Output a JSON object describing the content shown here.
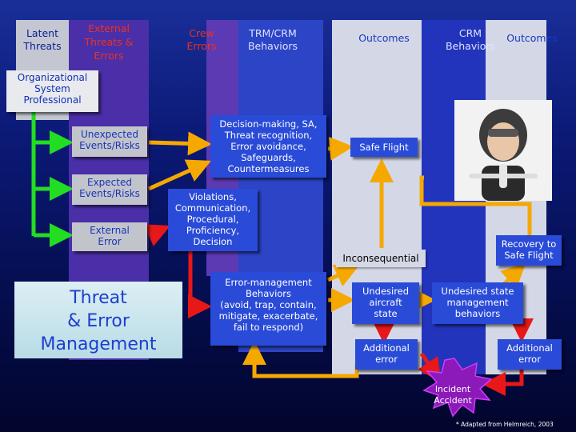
{
  "headers": {
    "latent_threats": [
      "Latent",
      "Threats"
    ],
    "external_threats_errors": [
      "External",
      "Threats &",
      "Errors"
    ],
    "crew_errors": [
      "Crew",
      "Errors"
    ],
    "trm_crm_behaviors": [
      "TRM/CRM",
      "Behaviors"
    ],
    "outcomes_1": "Outcomes",
    "crm_behaviors": [
      "CRM",
      "Behaviors"
    ],
    "outcomes_2": "Outcomes"
  },
  "boxes": {
    "organizational": [
      "Organizational",
      "System",
      "Professional"
    ],
    "unexpected_events": [
      "Unexpected",
      "Events/Risks"
    ],
    "expected_events": [
      "Expected",
      "Events/Risks"
    ],
    "external_error": [
      "External",
      "Error"
    ],
    "decision_making": [
      "Decision-making, SA,",
      "Threat recognition,",
      "Error avoidance,",
      "Safeguards,",
      "Countermeasures"
    ],
    "violations": [
      "Violations,",
      "Communication,",
      "Procedural,",
      "Proficiency,",
      "Decision"
    ],
    "error_management": [
      "Error-management",
      "Behaviors",
      "(avoid, trap, contain,",
      "mitigate, exacerbate,",
      "fail to respond)"
    ],
    "safe_flight": "Safe Flight",
    "inconsequential": "Inconsequential",
    "recovery": [
      "Recovery to",
      "Safe Flight"
    ],
    "undesired_aircraft_state": [
      "Undesired",
      "aircraft",
      "state"
    ],
    "undesired_state_management": [
      "Undesired state",
      "management",
      "behaviors"
    ],
    "additional_error_1": [
      "Additional",
      "error"
    ],
    "additional_error_2": [
      "Additional",
      "error"
    ],
    "incident_accident": [
      "Incident",
      "Accident"
    ],
    "threat_error_management": [
      "Threat",
      "& Error",
      "Management"
    ]
  },
  "footnote": "* Adapted from Helmreich, 2003",
  "colors": {
    "background_top": "#1a2f9a",
    "background_bottom": "#02052c",
    "green_arrow": "#22dd22",
    "orange_arrow": "#f5a800",
    "red_arrow": "#e81818",
    "box_blue": "#2a4bd8",
    "box_grey": "#b8bcc8",
    "title_text": "#1c3ecf",
    "header_red": "#e43018",
    "burst_purple": "#8b1ab8"
  },
  "image": "child in aviator cap holding a toy airplane"
}
